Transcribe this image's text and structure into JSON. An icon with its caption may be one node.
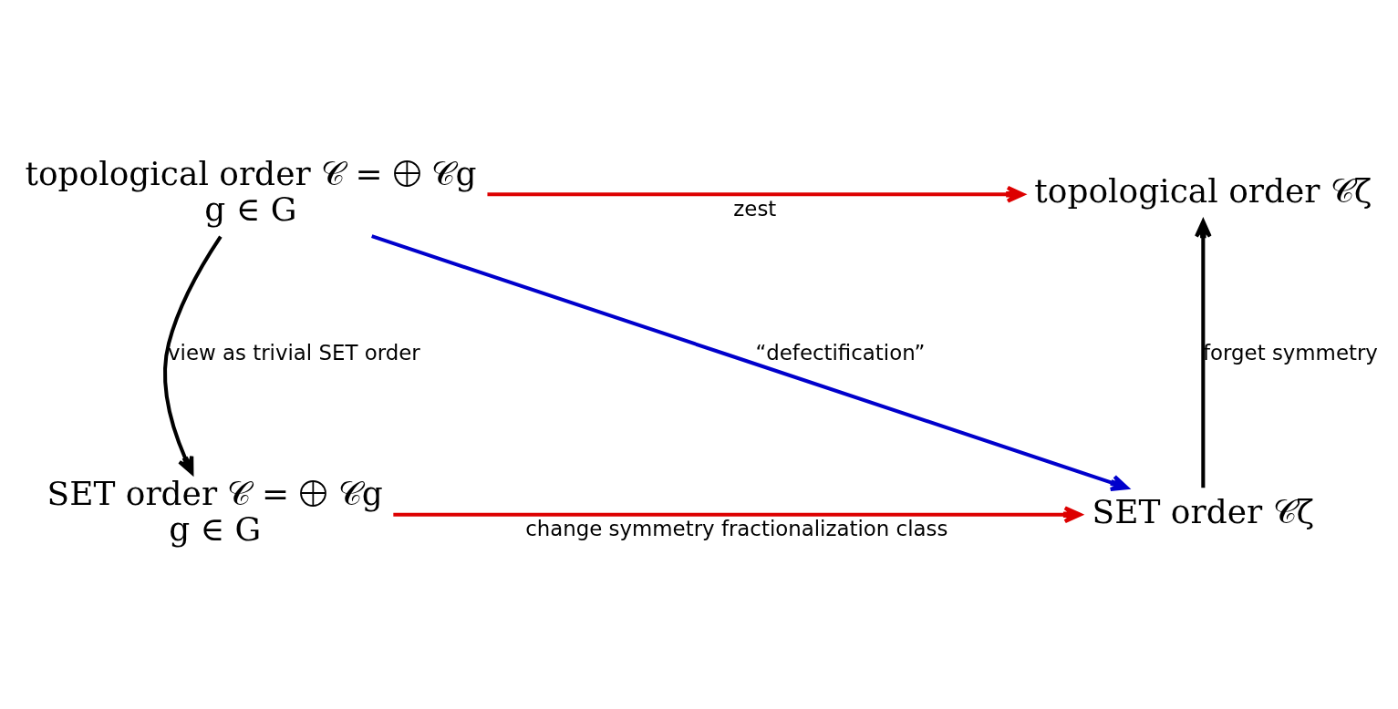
{
  "diagram": {
    "nodes": [
      {
        "text": [
          "SET order 𝒞 = ⨁ 𝒞g",
          "g ∈ G"
        ]
      },
      {
        "text": [
          "SET order 𝒞ζ"
        ]
      },
      {
        "text": [
          "topological order 𝒞 = ⨁ 𝒞g",
          "g ∈ G"
        ]
      },
      {
        "text": [
          "topological order 𝒞ζ"
        ]
      }
    ],
    "edges": [
      {
        "from": 2,
        "to": 0,
        "arrow": "to",
        "label": "view as trivial SET order",
        "color": "#000000"
      },
      {
        "from": 0,
        "to": 1,
        "arrow": "to",
        "label": "change symmetry fractionalization class",
        "color": "#dd0000"
      },
      {
        "from": 2,
        "to": 1,
        "arrow": "to",
        "label": "“defectification”",
        "color": "#0000cc"
      },
      {
        "from": 1,
        "to": 3,
        "arrow": "to",
        "label": "forget symmetry",
        "color": "#000000"
      },
      {
        "from": 2,
        "to": 3,
        "arrow": "to",
        "label": "zest",
        "color": "#dd0000"
      }
    ]
  }
}
